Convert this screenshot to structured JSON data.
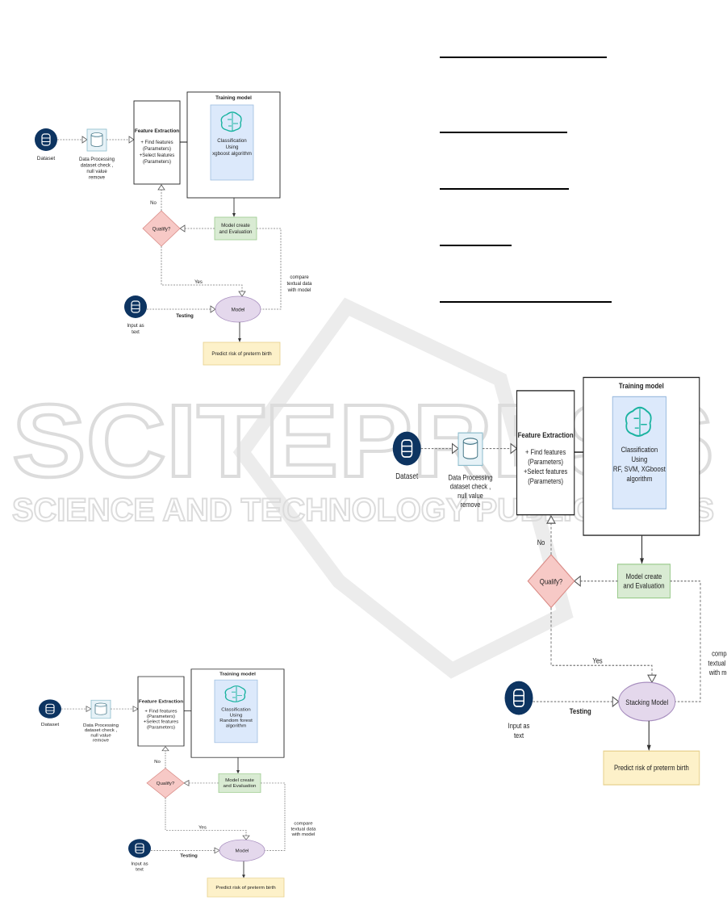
{
  "watermark": {
    "brand": "SCITEPRESS",
    "tagline": "SCIENCE AND TECHNOLOGY PUBLICATIONS"
  },
  "colors": {
    "dataset": "#0d3461",
    "cylinder_box": "#e6f2f7",
    "blue_box": "#dce9fb",
    "diamond": "#f7c9c6",
    "green_box": "#d9ebd3",
    "ellipse": "#e4d8ec",
    "yellow_box": "#fdf1c9",
    "brain": "#1ab3a0"
  },
  "diagrams": [
    {
      "dataset": "Dataset",
      "processing": [
        "Data Processing",
        "dataset check ,",
        "null value",
        "remove"
      ],
      "feature_title": "Feature Extraction",
      "feature_lines": [
        "+ Find features",
        "(Parameters)",
        "+Select features",
        "(Parameters)"
      ],
      "training_title": "Training model",
      "classification": [
        "Classification",
        "Using",
        "xgboost algorithm"
      ],
      "qualify": "Qualify?",
      "no": "No",
      "yes": "Yes",
      "evaluation": [
        "Model create",
        "and Evaluation"
      ],
      "compare": [
        "compare",
        "textual data",
        "with model"
      ],
      "input": [
        "Input as",
        "text"
      ],
      "testing": "Testing",
      "model": "Model",
      "predict": "Predict risk of preterm birth"
    },
    {
      "dataset": "Dataset",
      "processing": [
        "Data Processing",
        "dataset check ,",
        "null value",
        "remove"
      ],
      "feature_title": "Feature Extraction",
      "feature_lines": [
        "+ Find features",
        "(Parameters)",
        "+Select features",
        "(Parameters)"
      ],
      "training_title": "Training model",
      "classification": [
        "Classification",
        "Using",
        "RF, SVM, XGboost",
        "algorithm"
      ],
      "qualify": "Qualify?",
      "no": "No",
      "yes": "Yes",
      "evaluation": [
        "Model create",
        "and Evaluation"
      ],
      "compare": [
        "compare",
        "textual data",
        "with model"
      ],
      "input": [
        "Input as",
        "text"
      ],
      "testing": "Testing",
      "model": "Stacking Model",
      "predict": "Predict risk of preterm birth"
    },
    {
      "dataset": "Dataset",
      "processing": [
        "Data Processing",
        "dataset check ,",
        "null value",
        "remove"
      ],
      "feature_title": "Feature Extraction",
      "feature_lines": [
        "+ Find features",
        "(Parameters)",
        "+Select features",
        "(Parameters)"
      ],
      "training_title": "Training model",
      "classification": [
        "Classification",
        "Using",
        "Random forest",
        "algorithm"
      ],
      "qualify": "Qualify?",
      "no": "No",
      "yes": "Yes",
      "evaluation": [
        "Model create",
        "and Evaluation"
      ],
      "compare": [
        "compare",
        "textual data",
        "with model"
      ],
      "input": [
        "Input as",
        "text"
      ],
      "testing": "Testing",
      "model": "Model",
      "predict": "Predict risk of preterm birth"
    }
  ]
}
